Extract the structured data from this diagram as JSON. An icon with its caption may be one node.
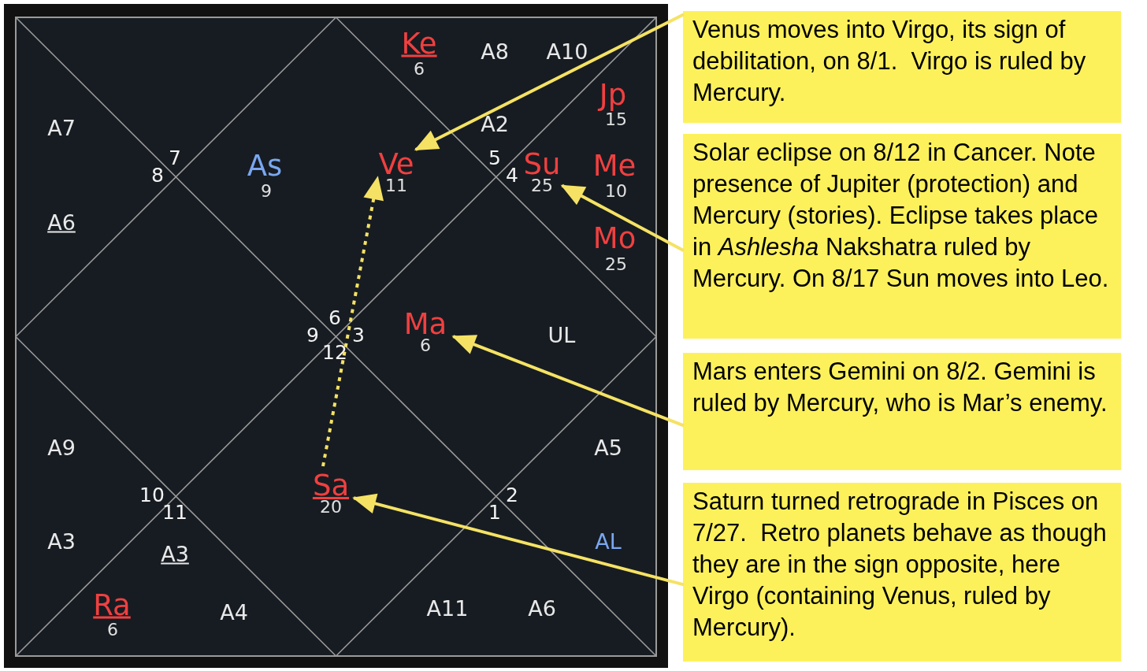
{
  "diagram": {
    "nodes": [
      {
        "text": [
          "Venus moves into Virgo, its sign of debilitation, on 8/1.  Virgo is ruled by Mercury."
        ]
      },
      {
        "text": [
          "Solar eclipse on 8/12 in Cancer. Note presence of Jupiter (protection) and Mercury (stories). Eclipse takes place in *Ashlesha* Nakshatra ruled by Mercury. On 8/17 Sun moves into Leo."
        ]
      },
      {
        "text": [
          "Mars enters Gemini on 8/2. Gemini is ruled by Mercury, who is Mar’s enemy."
        ]
      },
      {
        "text": [
          "Saturn turned retrograde in Pisces on 7/27.  Retro planets behave as though they are in the sign opposite, here Virgo (containing Venus, ruled by Mercury)."
        ]
      },
      {
        "text": [
          "Ve",
          "11"
        ]
      },
      {
        "text": [
          "Su",
          "25"
        ]
      },
      {
        "text": [
          "Ma",
          "6"
        ]
      },
      {
        "text": [
          "Sa",
          "20"
        ]
      }
    ],
    "edges": [
      {
        "from": 0,
        "to": 4,
        "arrow": "to"
      },
      {
        "from": 1,
        "to": 5,
        "arrow": "to"
      },
      {
        "from": 2,
        "to": 6,
        "arrow": "to"
      },
      {
        "from": 3,
        "to": 7,
        "arrow": "to"
      },
      {
        "from": 7,
        "to": 4,
        "arrow": "to",
        "style": "dashed"
      }
    ],
    "labels": [
      "Ke",
      "6",
      "A8",
      "A10",
      "Jp",
      "15",
      "A7",
      "A2",
      "7",
      "8",
      "As",
      "9",
      "5",
      "4",
      "Me",
      "10",
      "A6",
      "Mo",
      "25",
      "6",
      "9",
      "3",
      "12",
      "UL",
      "A9",
      "A5",
      "10",
      "11",
      "2",
      "1",
      "A3",
      "A3",
      "AL",
      "Ra",
      "6",
      "A4",
      "A11",
      "A6"
    ]
  }
}
